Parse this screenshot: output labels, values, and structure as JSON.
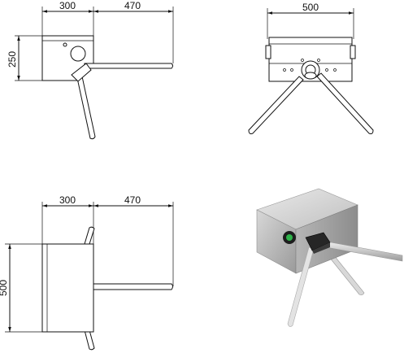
{
  "drawing": {
    "top_view": {
      "dim_width_body": "300",
      "dim_width_arm": "470",
      "dim_height": "250"
    },
    "front_view": {
      "dim_width": "500"
    },
    "side_view": {
      "dim_width_body": "300",
      "dim_width_arm": "470",
      "dim_height": "500"
    },
    "render": {
      "indicator_color": "#2fb34a",
      "body_color": "#c9c9c9"
    }
  }
}
